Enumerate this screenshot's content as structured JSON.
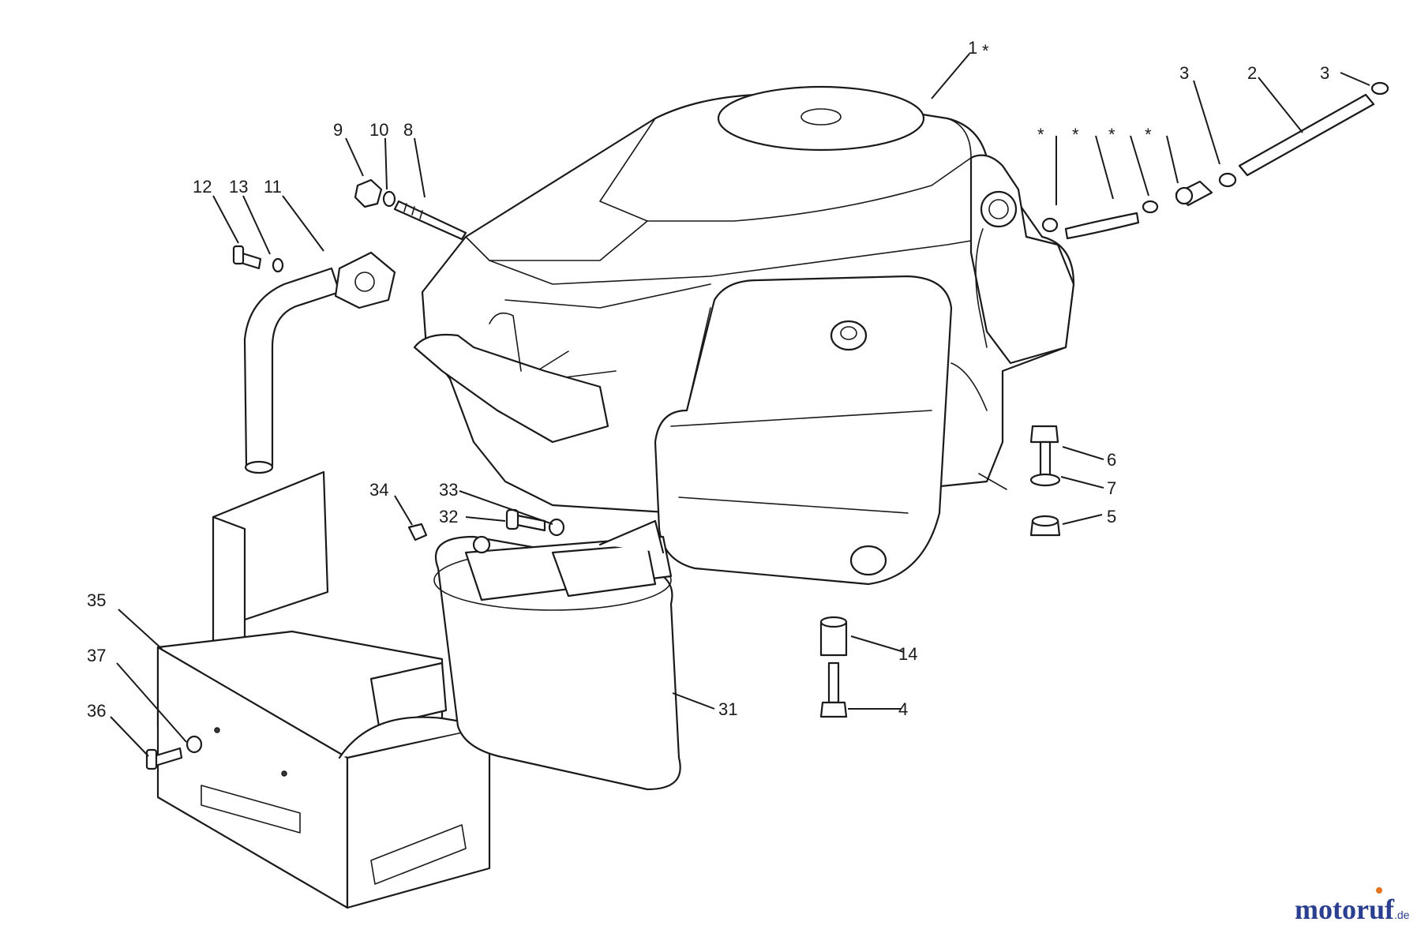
{
  "callouts": {
    "p1": "1",
    "p1_star": "*",
    "p2": "2",
    "p3a": "3",
    "p3b": "3",
    "p4": "4",
    "p5": "5",
    "p6": "6",
    "p7": "7",
    "p8": "8",
    "p9": "9",
    "p10": "10",
    "p11": "11",
    "p12": "12",
    "p13": "13",
    "p14": "14",
    "p31": "31",
    "p32": "32",
    "p33": "33",
    "p34": "34",
    "p35": "35",
    "p36": "36",
    "p37": "37",
    "star": "*"
  },
  "watermark": {
    "brand": "motoruf",
    "tld": ".de"
  },
  "colors": {
    "line": "#1a1a1a",
    "brand_blue": "#2a3f8f",
    "brand_orange": "#e8731a"
  }
}
